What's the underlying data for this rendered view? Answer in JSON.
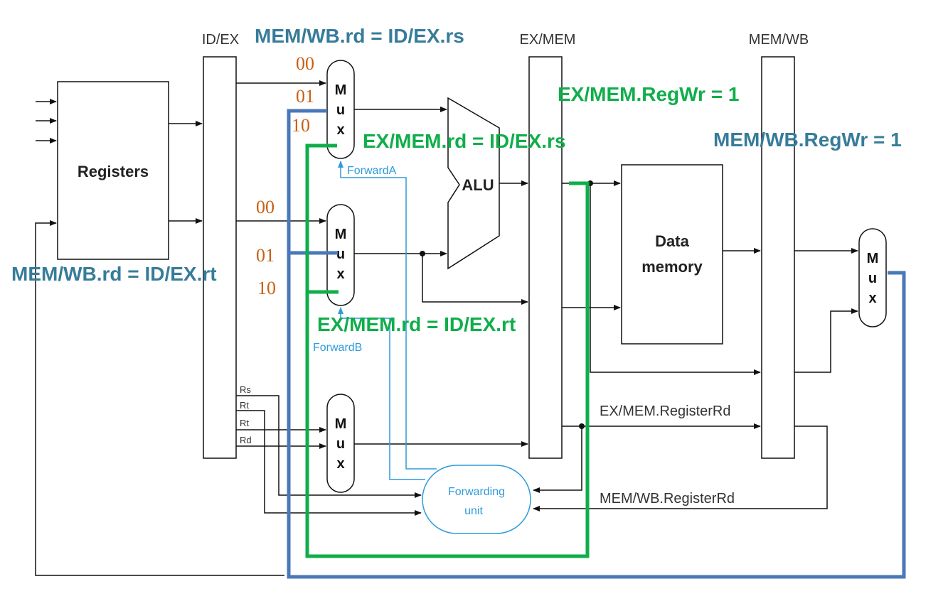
{
  "pipeline_registers": {
    "id_ex": "ID/EX",
    "ex_mem": "EX/MEM",
    "mem_wb": "MEM/WB"
  },
  "blocks": {
    "registers": "Registers",
    "alu": "ALU",
    "data_memory_line1": "Data",
    "data_memory_line2": "memory",
    "forwarding_unit_line1": "Forwarding",
    "forwarding_unit_line2": "unit"
  },
  "mux_letters": [
    "M",
    "u",
    "x"
  ],
  "control_signals": {
    "forward_a": "ForwardA",
    "forward_b": "ForwardB"
  },
  "wire_labels": {
    "rs": "Rs",
    "rt1": "Rt",
    "rt2": "Rt",
    "rd": "Rd",
    "ex_mem_register_rd": "EX/MEM.RegisterRd",
    "mem_wb_register_rd": "MEM/WB.RegisterRd"
  },
  "mux_inputs_a": [
    "00",
    "01",
    "10"
  ],
  "mux_inputs_b": [
    "00",
    "01",
    "10"
  ],
  "annotations": {
    "memwb_rd_eq_rs": "MEM/WB.rd = ID/EX.rs",
    "exmem_regwr": "EX/MEM.RegWr = 1",
    "exmem_rd_eq_rs": "EX/MEM.rd = ID/EX.rs",
    "memwb_regwr": "MEM/WB.RegWr = 1",
    "memwb_rd_eq_rt": "MEM/WB.rd = ID/EX.rt",
    "exmem_rd_eq_rt": "EX/MEM.rd = ID/EX.rt"
  },
  "colors": {
    "wire": "#111111",
    "forwarding": "#2e9bdc",
    "mem_wb_path": "#4a78b8",
    "ex_mem_path": "#0fae4a",
    "annotation_blue": "#377c9a",
    "annotation_green": "#0fae4a",
    "mux_input": "#c95f12"
  }
}
